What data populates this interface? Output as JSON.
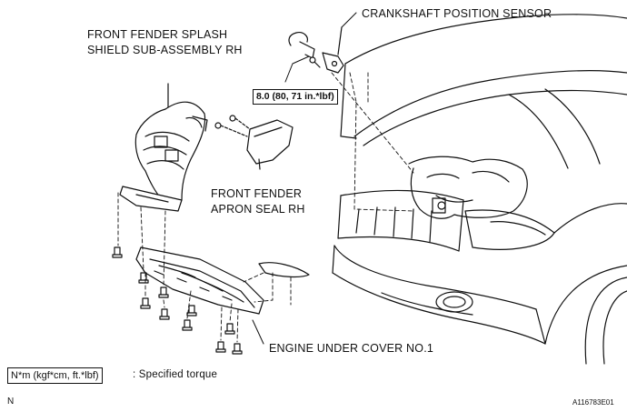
{
  "labels": {
    "crankshaft_sensor": "CRANKSHAFT POSITION SENSOR",
    "splash_shield_line1": "FRONT FENDER SPLASH",
    "splash_shield_line2": "SHIELD SUB-ASSEMBLY RH",
    "apron_seal_line1": "FRONT FENDER",
    "apron_seal_line2": "APRON SEAL RH",
    "under_cover": "ENGINE UNDER COVER NO.1"
  },
  "torque": {
    "sensor_bolt": "8.0 (80, 71 in.*lbf)"
  },
  "legend": {
    "unit_box": "N*m (kgf*cm, ft.*lbf)",
    "unit_text": ": Specified torque"
  },
  "corner": {
    "left_mark": "N",
    "figure_id": "A116783E01"
  }
}
